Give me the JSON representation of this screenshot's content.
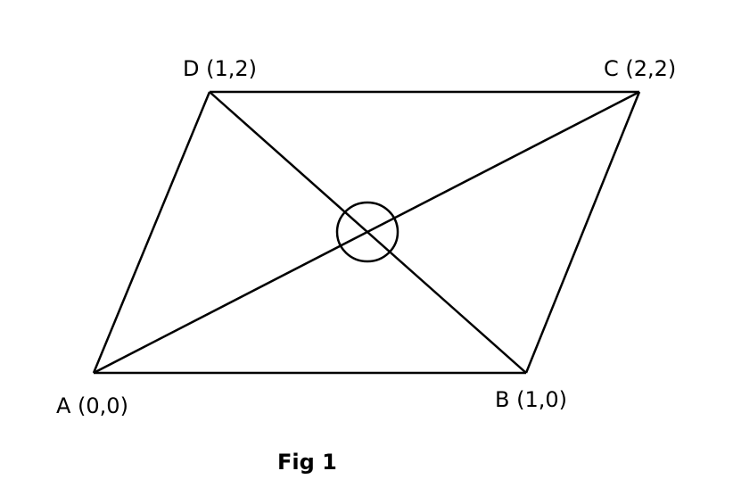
{
  "vertices": [
    {
      "id": "A",
      "label": "A (0,0)"
    },
    {
      "id": "B",
      "label": "B (1,0)"
    },
    {
      "id": "C",
      "label": "C (2,2)"
    },
    {
      "id": "D",
      "label": "D (1,2)"
    }
  ],
  "edges": [
    {
      "from": "A",
      "to": "B"
    },
    {
      "from": "B",
      "to": "C"
    },
    {
      "from": "C",
      "to": "D"
    },
    {
      "from": "D",
      "to": "A"
    }
  ],
  "diagonals": [
    {
      "from": "A",
      "to": "C"
    },
    {
      "from": "B",
      "to": "D"
    }
  ],
  "caption": "Fig 1",
  "colors": {
    "stroke": "#000000",
    "background": "#ffffff"
  }
}
